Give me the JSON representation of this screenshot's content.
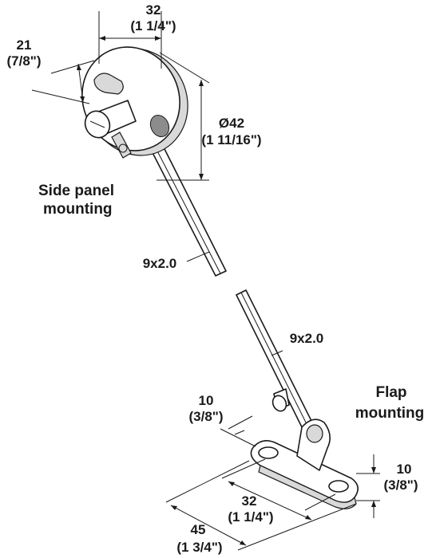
{
  "side_panel": {
    "caption_line1": "Side panel",
    "caption_line2": "mounting",
    "dim_top_mm": "32",
    "dim_top_in": "(1 1/4\")",
    "dim_left_mm": "21",
    "dim_left_in": "(7/8\")",
    "dim_diameter_mm": "Ø42",
    "dim_diameter_in": "(1 11/16\")",
    "rod_size": "9x2.0"
  },
  "flap": {
    "caption_line1": "Flap",
    "caption_line2": "mounting",
    "rod_size": "9x2.0",
    "dim_offset_mm": "10",
    "dim_offset_in": "(3/8\")",
    "dim_height_mm": "10",
    "dim_height_in": "(3/8\")",
    "dim_holes_mm": "32",
    "dim_holes_in": "(1 1/4\")",
    "dim_length_mm": "45",
    "dim_length_in": "(1 3/4\")"
  }
}
